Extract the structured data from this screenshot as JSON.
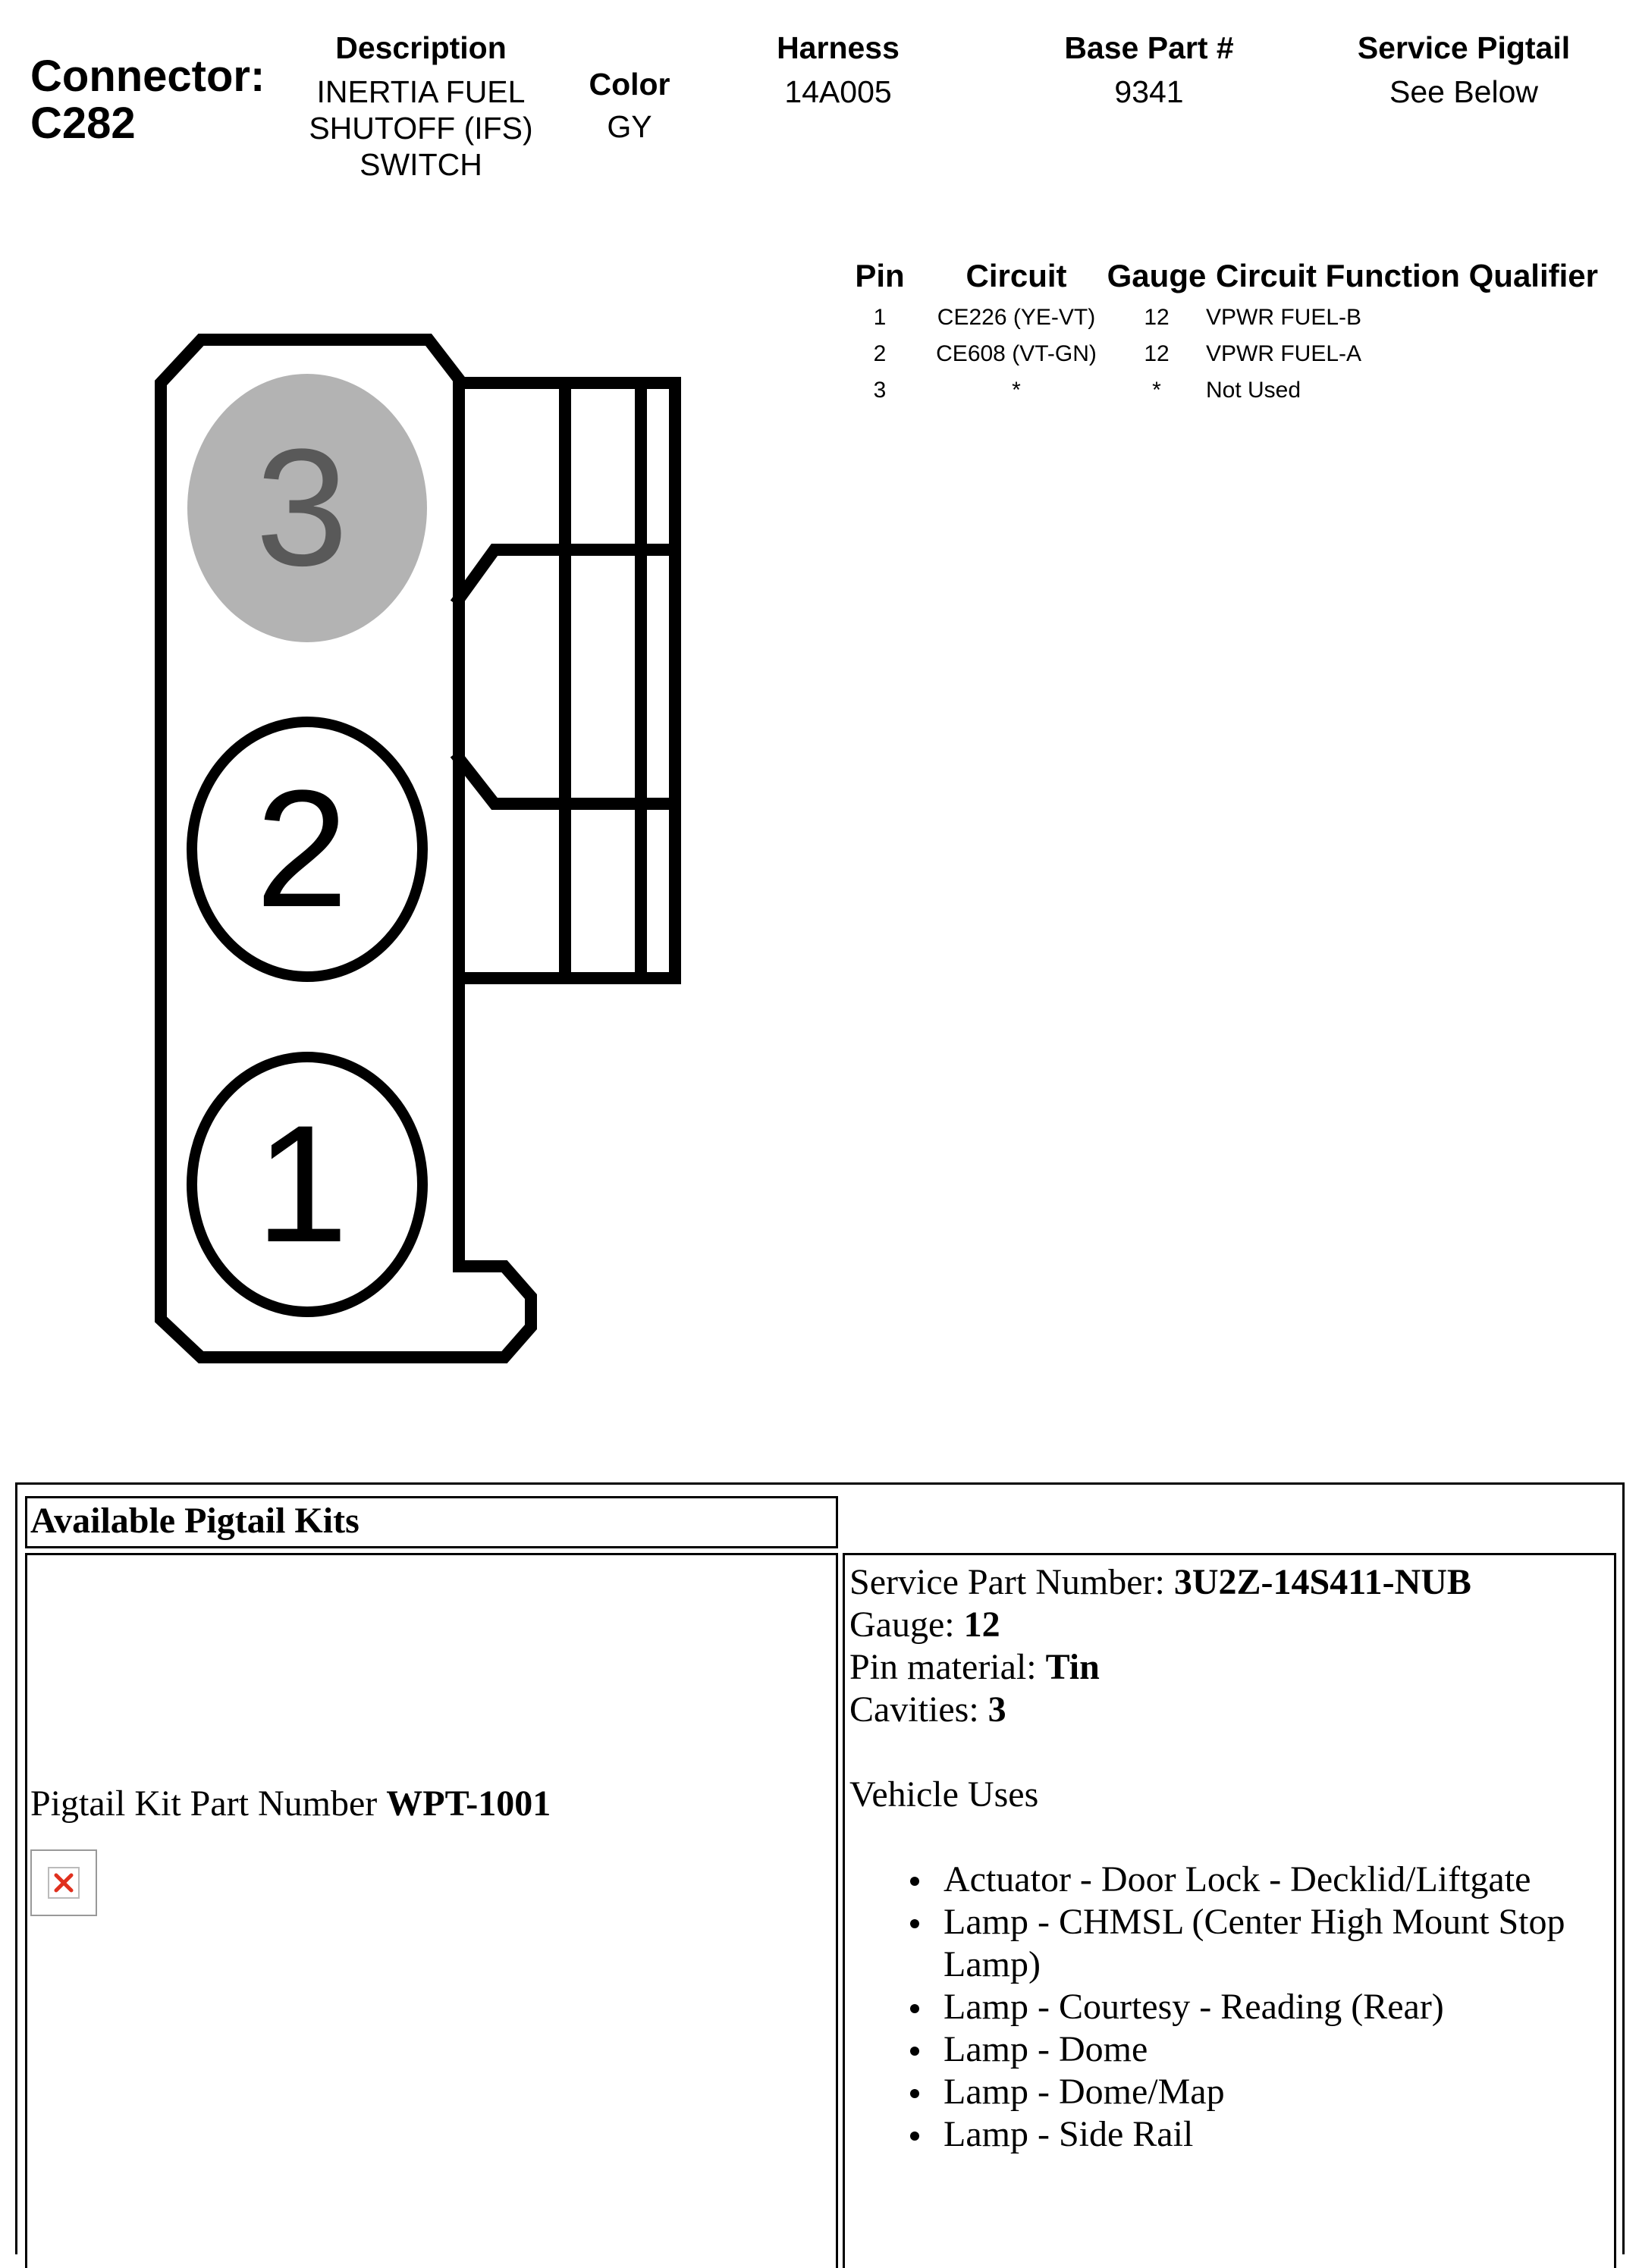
{
  "connector": {
    "label": "Connector:",
    "id": "C282"
  },
  "header": {
    "description_label": "Description",
    "description_lines": [
      "INERTIA FUEL",
      "SHUTOFF (IFS)",
      "SWITCH"
    ],
    "color_label": "Color",
    "color_value": "GY",
    "harness_label": "Harness",
    "harness_value": "14A005",
    "base_part_label": "Base Part #",
    "base_part_value": "9341",
    "service_pigtail_label": "Service Pigtail",
    "service_pigtail_value": "See Below"
  },
  "pin_table": {
    "headers": [
      "Pin",
      "Circuit",
      "Gauge",
      "Circuit Function Qualifier"
    ],
    "rows": [
      {
        "pin": "1",
        "circuit": "CE226 (YE-VT)",
        "gauge": "12",
        "function": "VPWR FUEL-B"
      },
      {
        "pin": "2",
        "circuit": "CE608 (VT-GN)",
        "gauge": "12",
        "function": "VPWR FUEL-A"
      },
      {
        "pin": "3",
        "circuit": "*",
        "gauge": "*",
        "function": "Not Used"
      }
    ]
  },
  "diagram": {
    "pins": [
      {
        "number": "3",
        "state": "unused"
      },
      {
        "number": "2",
        "state": "used"
      },
      {
        "number": "1",
        "state": "used"
      }
    ],
    "colors": {
      "unused_fill": "#b3b3b3",
      "unused_text": "#595959",
      "outline": "#000000"
    }
  },
  "pigtail": {
    "section_title": "Available Pigtail Kits",
    "kit_label": "Pigtail Kit Part Number ",
    "kit_number": "WPT-1001",
    "broken_image_icon": "broken-image-icon",
    "details": [
      {
        "label": "Service Part Number: ",
        "value": "3U2Z-14S411-NUB"
      },
      {
        "label": "Gauge: ",
        "value": "12"
      },
      {
        "label": "Pin material: ",
        "value": "Tin"
      },
      {
        "label": "Cavities: ",
        "value": "3"
      }
    ],
    "vehicle_uses_label": "Vehicle Uses",
    "vehicle_uses": [
      "Actuator - Door Lock - Decklid/Liftgate",
      "Lamp - CHMSL (Center High Mount Stop Lamp)",
      "Lamp - Courtesy - Reading (Rear)",
      "Lamp - Dome",
      "Lamp - Dome/Map",
      "Lamp - Side Rail"
    ]
  }
}
